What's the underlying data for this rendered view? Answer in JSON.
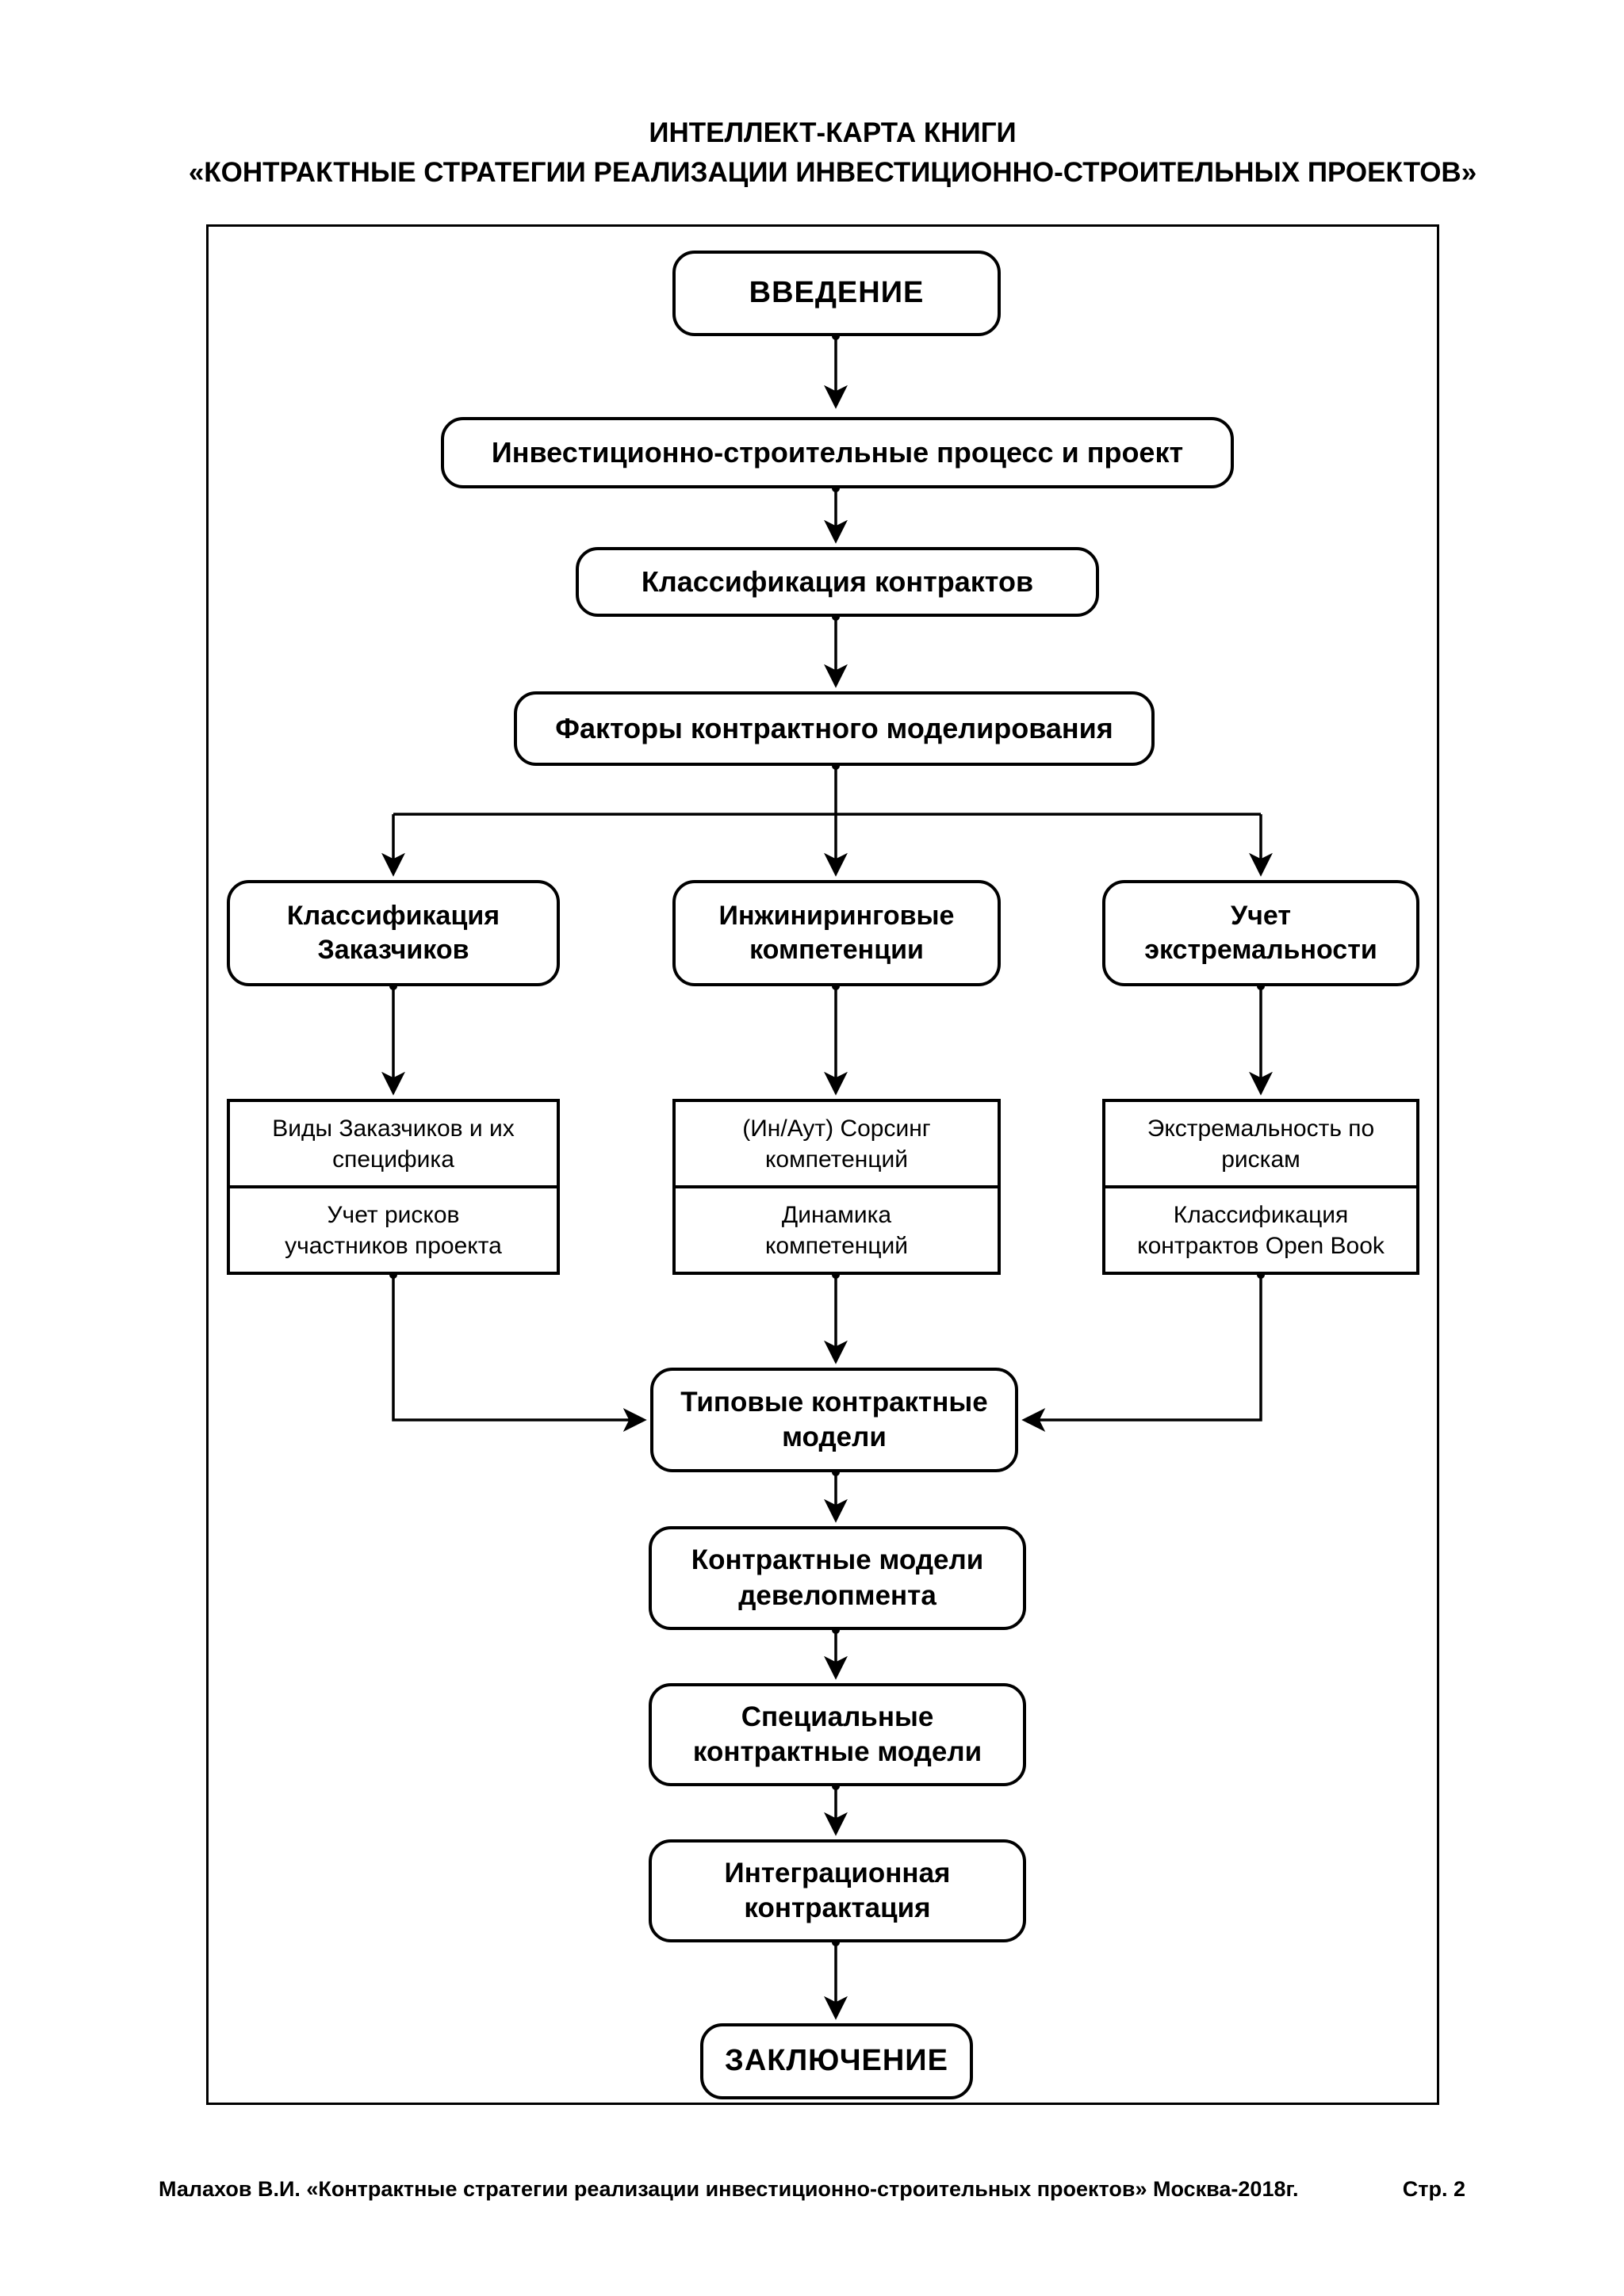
{
  "title": {
    "line1": "ИНТЕЛЛЕКТ-КАРТА КНИГИ",
    "line2": "«КОНТРАКТНЫЕ СТРАТЕГИИ РЕАЛИЗАЦИИ ИНВЕСТИЦИОННО-СТРОИТЕЛЬНЫХ ПРОЕКТОВ»"
  },
  "nodes": {
    "vvedenie": {
      "label": "ВВЕДЕНИЕ"
    },
    "invest_process": {
      "label": "Инвестиционно-строительные процесс и проект"
    },
    "klassifikacia_kontraktov": {
      "label": "Классификация контрактов"
    },
    "faktory_modelirovania": {
      "label": "Факторы контрактного моделирования"
    },
    "klassifikacia_zakazchikov": {
      "label": "Классификация\nЗаказчиков"
    },
    "inzhiniringovye_kompetencii": {
      "label": "Инжиниринговые\nкомпетенции"
    },
    "uchet_ekstremalnosti": {
      "label": "Учет\nэкстремальности"
    },
    "vidy_zakazchikov": {
      "label": "Виды Заказчиков и их\nспецифика"
    },
    "uchet_riskov": {
      "label": "Учет рисков\nучастников проекта"
    },
    "sorsing_kompetencij": {
      "label": "(Ин/Аут) Сорсинг\nкомпетенций"
    },
    "dinamika_kompetencij": {
      "label": "Динамика\nкомпетенций"
    },
    "ekstremalnost_po_riskam": {
      "label": "Экстремальность по\nрискам"
    },
    "klassifikacia_open_book": {
      "label": "Классификация\nконтрактов Open Book"
    },
    "tipovye_modeli": {
      "label": "Типовые контрактные\nмодели"
    },
    "modeli_developmenta": {
      "label": "Контрактные модели\nдевелопмента"
    },
    "specialnye_modeli": {
      "label": "Специальные\nконтрактные модели"
    },
    "integracionnaya_kontraktacia": {
      "label": "Интеграционная\nконтрактация"
    },
    "zakluchenie": {
      "label": "ЗАКЛЮЧЕНИЕ"
    }
  },
  "footer": {
    "reference": "Малахов В.И.  «Контрактные стратегии реализации инвестиционно-строительных проектов» Москва-2018г.",
    "page": "Стр. 2"
  },
  "colors": {
    "ink": "#000000",
    "paper": "#ffffff"
  }
}
